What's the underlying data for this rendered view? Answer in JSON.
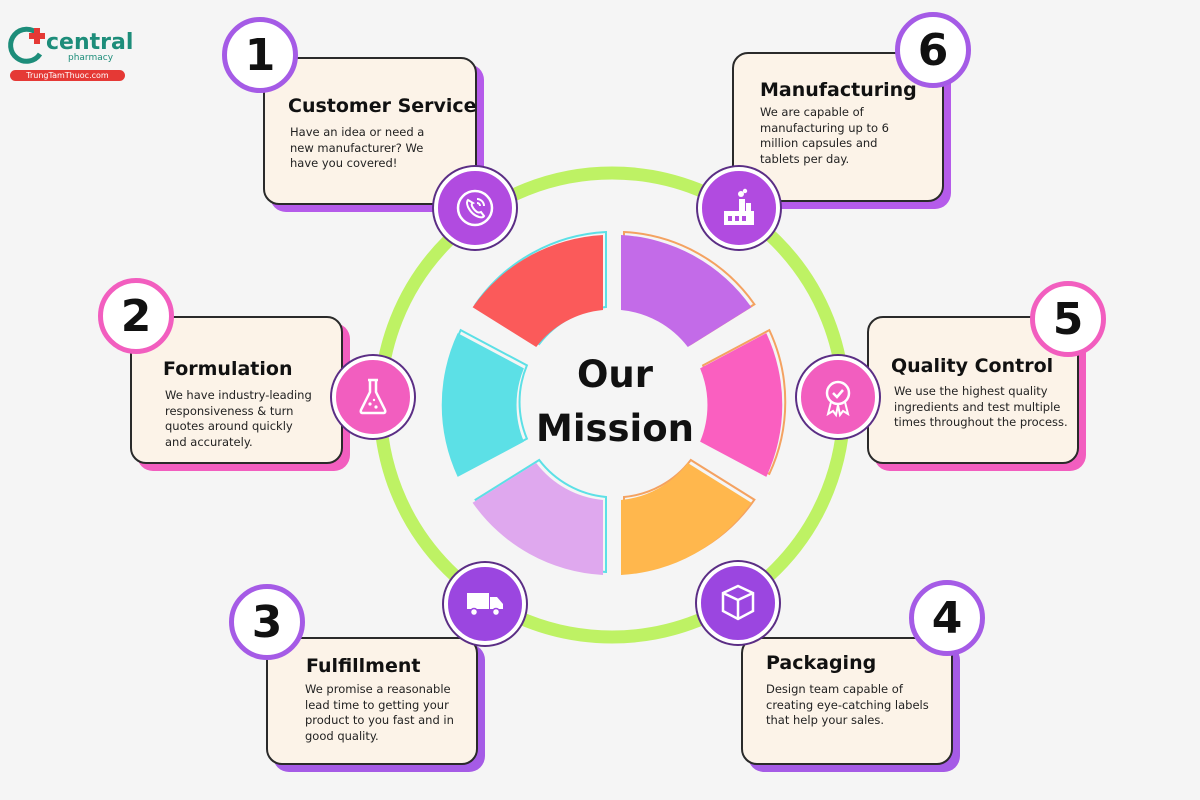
{
  "brand": {
    "name": "central",
    "sub": "pharmacy",
    "url": "TrungTamThuoc.com"
  },
  "center": {
    "line1": "Our",
    "line2": "Mission"
  },
  "colors": {
    "ring": "#bef264",
    "segment_red": "#fb5a5a",
    "segment_purple": "#c36be8",
    "segment_pink": "#fa5fc0",
    "segment_orange": "#ffb74d",
    "segment_lilac": "#dfa8ee",
    "segment_cyan": "#5ce0e6",
    "card_bg": "#fcf3e8",
    "shadow_purple": "#b55bea",
    "shadow_pink": "#f25ebf"
  },
  "steps": [
    {
      "number": "1",
      "title": "Customer Service",
      "description": "Have an idea or need a new manufacturer? We have you covered!",
      "icon": "phone-icon"
    },
    {
      "number": "2",
      "title": "Formulation",
      "description": "We have industry-leading responsiveness & turn quotes around quickly and accurately.",
      "icon": "flask-icon"
    },
    {
      "number": "3",
      "title": "Fulfillment",
      "description": "We promise a reasonable lead time to getting your product to you fast and in good quality.",
      "icon": "truck-icon"
    },
    {
      "number": "4",
      "title": "Packaging",
      "description": "Design team capable of creating eye-catching labels that help your sales.",
      "icon": "box-icon"
    },
    {
      "number": "5",
      "title": "Quality Control",
      "description": "We use the highest quality ingredients and test multiple times throughout the process.",
      "icon": "award-icon"
    },
    {
      "number": "6",
      "title": "Manufacturing",
      "description": "We are capable of manufacturing up to 6 million capsules and tablets per day.",
      "icon": "factory-icon"
    }
  ]
}
